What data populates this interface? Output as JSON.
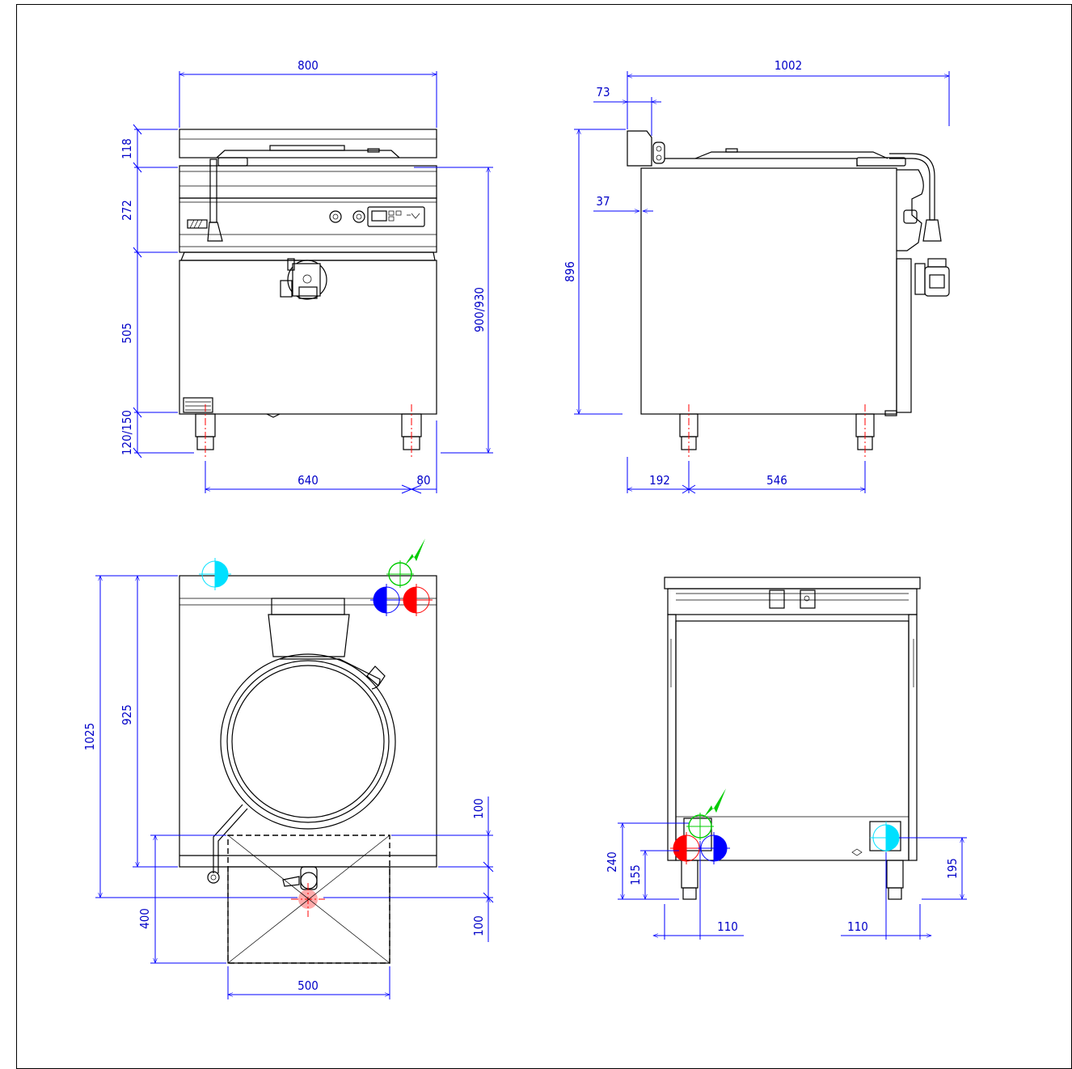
{
  "dimensions": {
    "front": {
      "width": "800",
      "h_top": "118",
      "h_panel": "272",
      "h_body": "505",
      "h_feet": "120/150",
      "h_total": "900/930",
      "foot_spacing": "640",
      "foot_offset": "80"
    },
    "side": {
      "depth": "1002",
      "overhang": "73",
      "inset": "37",
      "height": "896",
      "foot_offset": "192",
      "foot_spacing": "546"
    },
    "plan": {
      "depth_total": "1025",
      "depth_body": "925",
      "clear_front": "100",
      "clear_depth": "400",
      "clear_width": "500",
      "clear_beyond": "100"
    },
    "rear": {
      "h_gas": "240",
      "h_water": "155",
      "h_drain": "195",
      "x_left": "110",
      "x_right": "110"
    }
  },
  "colors": {
    "dimension": "#0000ff",
    "text": "#0000c8",
    "hot_water": "#ff0000",
    "cold_water": "#0000ff",
    "gas": "#00cc00",
    "drain": "#00e0ff"
  }
}
